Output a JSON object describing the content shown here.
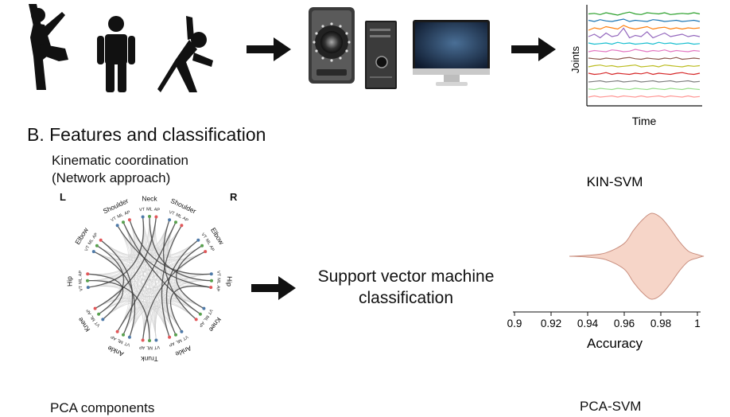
{
  "timeseries": {
    "ylabel": "Joints",
    "xlabel": "Time",
    "series": [
      {
        "color": "#2ca02c",
        "values": [
          0.2,
          0.25,
          0.15,
          0.3,
          0.2,
          0.1,
          0.25,
          0.35,
          0.2,
          0.15,
          0.3,
          0.25,
          0.2,
          0.3,
          0.15,
          0.2,
          0.25,
          0.2,
          0.3,
          0.2
        ]
      },
      {
        "color": "#1f77b4",
        "values": [
          0.3,
          0.2,
          0.35,
          0.25,
          0.2,
          0.3,
          0.4,
          0.2,
          0.3,
          0.25,
          0.2,
          0.35,
          0.3,
          0.2,
          0.25,
          0.3,
          0.2,
          0.25,
          0.3,
          0.2
        ]
      },
      {
        "color": "#ff7f0e",
        "values": [
          0.1,
          0.3,
          0.2,
          0.4,
          0.3,
          0.2,
          0.5,
          0.3,
          0.2,
          0.3,
          0.4,
          0.2,
          0.3,
          0.35,
          0.2,
          0.3,
          0.2,
          0.3,
          0.25,
          0.3
        ]
      },
      {
        "color": "#9467bd",
        "values": [
          0.2,
          0.4,
          0.1,
          0.5,
          0.2,
          0.3,
          0.9,
          0.1,
          0.3,
          0.2,
          0.6,
          0.1,
          0.3,
          0.5,
          0.2,
          0.3,
          0.4,
          0.2,
          0.3,
          0.2
        ]
      },
      {
        "color": "#17becf",
        "values": [
          0.3,
          0.2,
          0.25,
          0.3,
          0.2,
          0.35,
          0.25,
          0.3,
          0.2,
          0.25,
          0.3,
          0.2,
          0.35,
          0.25,
          0.3,
          0.2,
          0.25,
          0.3,
          0.2,
          0.25
        ]
      },
      {
        "color": "#e377c2",
        "values": [
          0.2,
          0.3,
          0.25,
          0.2,
          0.35,
          0.3,
          0.2,
          0.25,
          0.4,
          0.3,
          0.2,
          0.3,
          0.25,
          0.35,
          0.2,
          0.3,
          0.25,
          0.2,
          0.3,
          0.25
        ]
      },
      {
        "color": "#8c564b",
        "values": [
          0.3,
          0.25,
          0.2,
          0.3,
          0.25,
          0.2,
          0.3,
          0.35,
          0.25,
          0.2,
          0.3,
          0.25,
          0.2,
          0.3,
          0.25,
          0.35,
          0.2,
          0.25,
          0.3,
          0.25
        ]
      },
      {
        "color": "#bcbd22",
        "values": [
          0.2,
          0.3,
          0.35,
          0.25,
          0.3,
          0.2,
          0.25,
          0.3,
          0.35,
          0.2,
          0.25,
          0.3,
          0.2,
          0.35,
          0.3,
          0.25,
          0.2,
          0.3,
          0.25,
          0.3
        ]
      },
      {
        "color": "#d62728",
        "values": [
          0.3,
          0.2,
          0.25,
          0.35,
          0.2,
          0.3,
          0.25,
          0.2,
          0.3,
          0.25,
          0.35,
          0.2,
          0.3,
          0.25,
          0.2,
          0.3,
          0.35,
          0.25,
          0.2,
          0.3
        ]
      },
      {
        "color": "#7f7f7f",
        "values": [
          0.2,
          0.25,
          0.3,
          0.2,
          0.25,
          0.3,
          0.2,
          0.25,
          0.3,
          0.2,
          0.25,
          0.3,
          0.2,
          0.25,
          0.3,
          0.2,
          0.25,
          0.3,
          0.2,
          0.25
        ]
      },
      {
        "color": "#98df8a",
        "values": [
          0.25,
          0.2,
          0.3,
          0.25,
          0.2,
          0.3,
          0.25,
          0.2,
          0.3,
          0.25,
          0.2,
          0.3,
          0.25,
          0.2,
          0.3,
          0.25,
          0.2,
          0.3,
          0.25,
          0.2
        ]
      },
      {
        "color": "#ff9896",
        "values": [
          0.2,
          0.3,
          0.2,
          0.25,
          0.3,
          0.2,
          0.3,
          0.25,
          0.2,
          0.3,
          0.2,
          0.25,
          0.3,
          0.2,
          0.3,
          0.25,
          0.2,
          0.3,
          0.2,
          0.25
        ]
      }
    ]
  },
  "section_b": {
    "title": "B. Features and classification",
    "kin_title_line1": "Kinematic coordination",
    "kin_title_line2": "(Network approach)",
    "left_label": "L",
    "right_label": "R",
    "svm_line1": "Support vector machine",
    "svm_line2": "classification",
    "pca_title": "PCA components",
    "pca_svm_title": "PCA-SVM"
  },
  "network": {
    "regions": [
      {
        "label": "Neck",
        "angle_deg": 90
      },
      {
        "label": "Shoulder",
        "angle_deg": 115
      },
      {
        "label": "Shoulder",
        "angle_deg": 65
      },
      {
        "label": "Elbow",
        "angle_deg": 148
      },
      {
        "label": "Elbow",
        "angle_deg": 32
      },
      {
        "label": "Hip",
        "angle_deg": 182
      },
      {
        "label": "Hip",
        "angle_deg": -2
      },
      {
        "label": "Knee",
        "angle_deg": 215
      },
      {
        "label": "Knee",
        "angle_deg": -35
      },
      {
        "label": "Ankle",
        "angle_deg": 245
      },
      {
        "label": "Ankle",
        "angle_deg": -65
      },
      {
        "label": "Trunk",
        "angle_deg": 270
      }
    ],
    "axes_labels": [
      "AP",
      "ML",
      "VT"
    ],
    "node_colors": [
      "#e15759",
      "#59a14f",
      "#4e79a7"
    ]
  },
  "chart_data": {
    "type": "violin",
    "title": "KIN-SVM",
    "xlabel": "Accuracy",
    "xlim": [
      0.9,
      1.0
    ],
    "ticks": [
      "0.9",
      "0.92",
      "0.94",
      "0.96",
      "0.98",
      "1"
    ],
    "tick_values": [
      0.9,
      0.92,
      0.94,
      0.96,
      0.98,
      1.0
    ],
    "density_x": [
      0.93,
      0.94,
      0.95,
      0.96,
      0.965,
      0.97,
      0.975,
      0.98,
      0.985,
      0.99,
      0.995,
      1.0,
      1.003
    ],
    "density_halfwidth": [
      0.0,
      0.02,
      0.08,
      0.3,
      0.6,
      0.85,
      1.0,
      0.9,
      0.65,
      0.35,
      0.12,
      0.04,
      0.0
    ],
    "fill_color": "#f6d5c8",
    "stroke_color": "#c98e7e"
  }
}
